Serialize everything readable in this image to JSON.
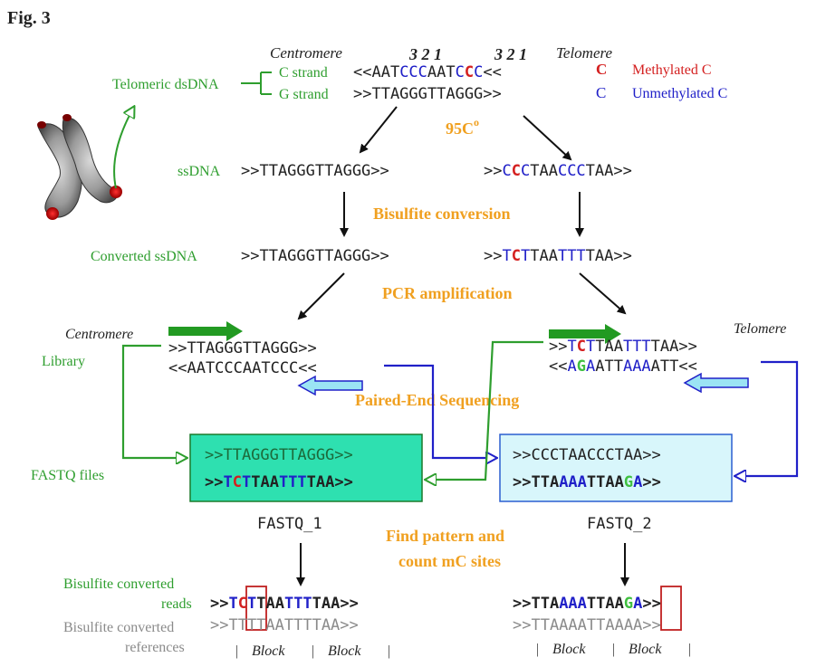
{
  "fig_label": "Fig. 3",
  "labels": {
    "centromere": "Centromere",
    "telomere": "Telomere",
    "telomeric_dsdna": "Telomeric dsDNA",
    "c_strand": "C strand",
    "g_strand": "G strand",
    "positions_1": "3 2 1",
    "positions_2": "3 2 1",
    "legend_methyl_mark": "C",
    "legend_methyl": "Methylated C",
    "legend_unmethyl_mark": "C",
    "legend_unmethyl": "Unmethylated C",
    "temp": "95C",
    "temp_deg": "o",
    "ssdna": "ssDNA",
    "bisulfite_conversion": "Bisulfite conversion",
    "converted_ssdna": "Converted ssDNA",
    "pcr": "PCR amplification",
    "library": "Library",
    "paired_end": "Paired-End Sequencing",
    "fastq_files": "FASTQ files",
    "fastq_1": "FASTQ_1",
    "fastq_2": "FASTQ_2",
    "find_pattern_1": "Find pattern and",
    "find_pattern_2": "count mC sites",
    "bs_reads_1": "Bisulfite converted",
    "bs_reads_2": "reads",
    "bs_refs_1": "Bisulfite converted",
    "bs_refs_2": "references",
    "block": "Block",
    "bar": "|"
  },
  "sequences": {
    "c_strand": [
      "<<AAT",
      "CCC",
      "AAT",
      "C",
      "C",
      "C",
      "<<"
    ],
    "g_strand": ">>TTAGGGTTAGGG>>",
    "ss_left": ">>TTAGGGTTAGGG>>",
    "ss_right": [
      ">>",
      "C",
      "C",
      "C",
      "TAA",
      "CCC",
      "TAA>>"
    ],
    "conv_left": ">>TTAGGGTTAGGG>>",
    "conv_right": [
      ">>",
      "T",
      "C",
      "T",
      "TAA",
      "TTT",
      "TAA>>"
    ],
    "lib_left_top": ">>TTAGGGTTAGGG>>",
    "lib_left_bottom": "<<AATCCCAATCCC<<",
    "lib_right_top": [
      ">>",
      "T",
      "C",
      "T",
      "TAA",
      "TTT",
      "TAA>>"
    ],
    "lib_right_bottom": [
      "<<",
      "A",
      "G",
      "A",
      "ATT",
      "AAA",
      "ATT<<"
    ],
    "fq1_top": ">>TTAGGGTTAGGG>>",
    "fq1_bottom": [
      ">>",
      "T",
      "C",
      "T",
      "TAA",
      "TTT",
      "TAA>>"
    ],
    "fq2_top": ">>CCCTAACCCTAA>>",
    "fq2_bottom": [
      ">>TTA",
      "AAA",
      "TTAA",
      "G",
      "A",
      ">>"
    ],
    "read_left": [
      ">>",
      "T",
      "C",
      "T",
      "TAA",
      "TTT",
      "TAA>>"
    ],
    "ref_left": ">>TTTTAATTTTAA>>",
    "read_right": [
      ">>TTA",
      "AAA",
      "TTAA",
      "G",
      "A",
      ">>"
    ],
    "ref_right": ">>TTAAAATTAAAA>>"
  },
  "colors": {
    "methylated": "#d42020",
    "unmethylated": "#2020c8",
    "green_label": "#2e9e2e",
    "orange_label": "#f0a020",
    "box1_fill": "#2ee0b0",
    "box2_fill": "#d8f6fb",
    "box2_border": "#2a5fd0"
  }
}
